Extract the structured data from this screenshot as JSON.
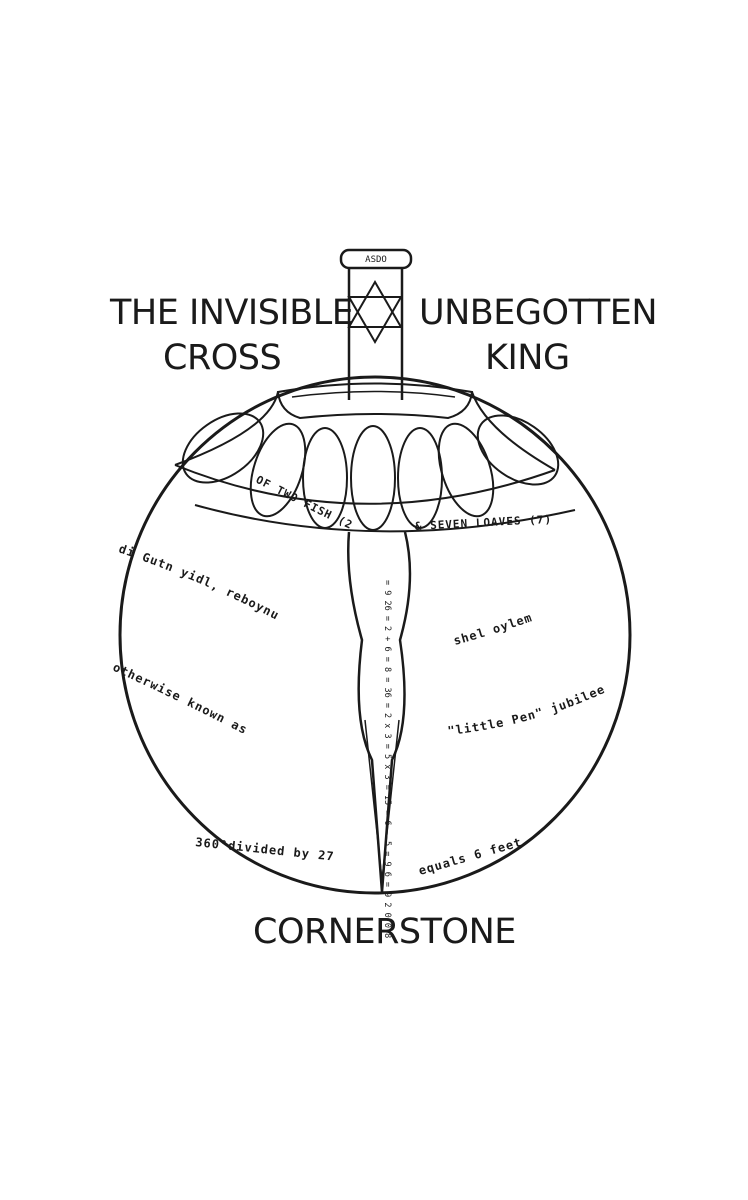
{
  "cover": {
    "title_left_line1": "THE INVISIBLE",
    "title_left_line2": "CROSS",
    "title_right_line1": "UNBEGOTTEN",
    "title_right_line2": "KING",
    "bottom_title": "CORNERSTONE"
  },
  "drawing": {
    "hilt_label": "ASDO",
    "band_left": "OF TWO FISH (2)",
    "band_right": "& SEVEN LOAVES (7)",
    "blade_text": "= 9 26 = 2 + 6 = 8 = 36 = 2 x 3 = 5 x 3 = 15 = 6 - 5 = 9  6 = 9 2 0 0 8",
    "left_line1": "di Gutn yidl, reboynu",
    "left_line2": "otherwise known as",
    "left_line3": "360°divided by 27",
    "right_line1": "shel oylem",
    "right_line2": "\"little Pen\" jubilee",
    "right_line3": "equals 6 feet"
  }
}
